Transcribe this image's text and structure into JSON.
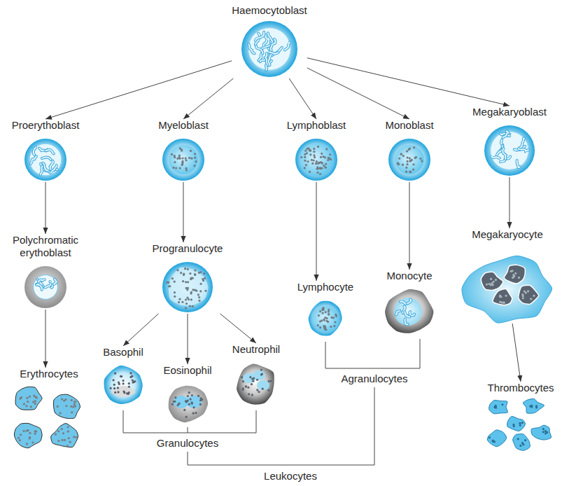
{
  "diagram": {
    "nodes": [
      {
        "text": [
          "Haemocytoblast"
        ]
      },
      {
        "text": [
          "Proerythoblast"
        ]
      },
      {
        "text": [
          "Myeloblast"
        ]
      },
      {
        "text": [
          "Lymphoblast"
        ]
      },
      {
        "text": [
          "Monoblast"
        ]
      },
      {
        "text": [
          "Megakaryoblast"
        ]
      },
      {
        "text": [
          "Polychromatic erythoblast"
        ]
      },
      {
        "text": [
          "Progranulocyte"
        ]
      },
      {
        "text": [
          "Megakaryocyte"
        ]
      },
      {
        "text": [
          "Lymphocyte"
        ]
      },
      {
        "text": [
          "Monocyte"
        ]
      },
      {
        "text": [
          "Erythrocytes"
        ]
      },
      {
        "text": [
          "Basophil"
        ]
      },
      {
        "text": [
          "Eosinophil"
        ]
      },
      {
        "text": [
          "Neutrophil"
        ]
      },
      {
        "text": [
          "Thrombocytes"
        ]
      }
    ],
    "edges": [
      {
        "from": 0,
        "to": 1,
        "arrow": "to"
      },
      {
        "from": 0,
        "to": 2,
        "arrow": "to"
      },
      {
        "from": 0,
        "to": 3,
        "arrow": "to"
      },
      {
        "from": 0,
        "to": 4,
        "arrow": "to"
      },
      {
        "from": 0,
        "to": 5,
        "arrow": "to"
      },
      {
        "from": 1,
        "to": 6,
        "arrow": "to"
      },
      {
        "from": 6,
        "to": 11,
        "arrow": "to"
      },
      {
        "from": 2,
        "to": 7,
        "arrow": "to"
      },
      {
        "from": 7,
        "to": 12,
        "arrow": "to"
      },
      {
        "from": 7,
        "to": 13,
        "arrow": "to"
      },
      {
        "from": 7,
        "to": 14,
        "arrow": "to"
      },
      {
        "from": 3,
        "to": 9,
        "arrow": "to"
      },
      {
        "from": 4,
        "to": 10,
        "arrow": "to"
      },
      {
        "from": 5,
        "to": 8,
        "arrow": "to"
      },
      {
        "from": 8,
        "to": 15,
        "arrow": "to"
      }
    ],
    "labels": [
      "Granulocytes",
      "Agranulocytes",
      "Leukocytes"
    ]
  }
}
